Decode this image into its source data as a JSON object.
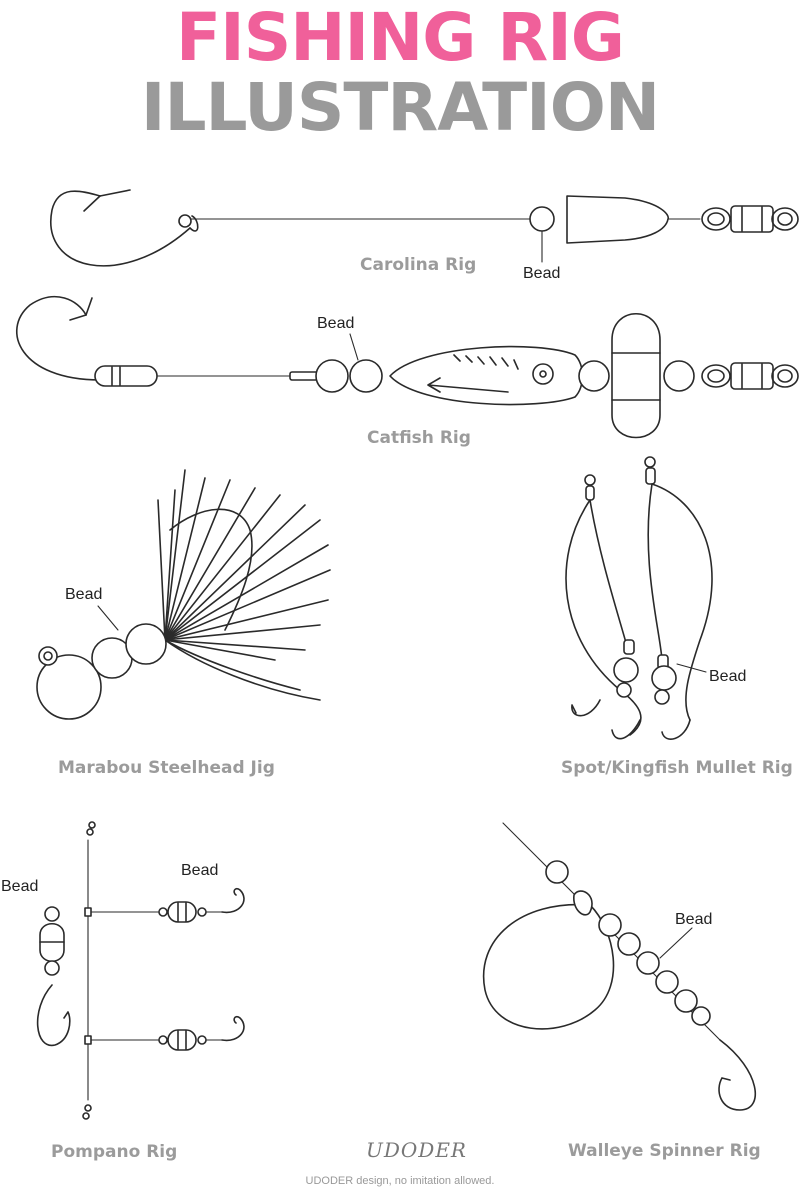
{
  "title": {
    "line1": "FISHING RIG",
    "line2": "ILLUSTRATION"
  },
  "colors": {
    "title_pink": "#f0609a",
    "title_gray": "#9a9a9a",
    "label_gray": "#9b9b9b"
  },
  "rigs": [
    {
      "name": "Carolina Rig",
      "bead": "Bead"
    },
    {
      "name": "Catfish Rig",
      "bead": "Bead"
    },
    {
      "name": "Marabou Steelhead Jig",
      "bead": "Bead"
    },
    {
      "name": "Spot/Kingfish Mullet Rig",
      "bead": "Bead"
    },
    {
      "name": "Pompano Rig",
      "bead": "Bead",
      "bead2": "Bead"
    },
    {
      "name": "Walleye Spinner Rig",
      "bead": "Bead"
    }
  ],
  "logo": "UDODER",
  "footer": "UDODER design, no imitation allowed."
}
